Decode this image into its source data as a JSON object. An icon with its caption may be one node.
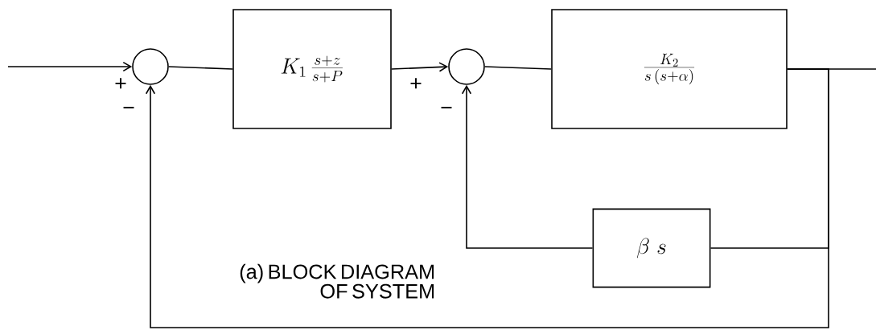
{
  "diagram": {
    "caption": "(a) BLOCK DIAGRAM OF SYSTEM",
    "nodes": [
      {
        "text": [],
        "shape": "circle"
      },
      {
        "text": [
          "K_1\\,\\frac{s+z}{s+P}"
        ]
      },
      {
        "text": [],
        "shape": "circle"
      },
      {
        "text": [
          "\\frac{K_2}{s\\,(s+\\alpha)}"
        ]
      },
      {
        "text": [
          "\\beta\\ s"
        ]
      }
    ],
    "edges": [
      {
        "from": null,
        "to": 0,
        "arrow": "to"
      },
      {
        "from": 0,
        "to": 1,
        "arrow": "none"
      },
      {
        "from": 1,
        "to": 2,
        "arrow": "to"
      },
      {
        "from": 2,
        "to": 3,
        "arrow": "none"
      },
      {
        "from": 3,
        "to": null,
        "arrow": "none"
      },
      {
        "from": 3,
        "to": 4,
        "arrow": "none"
      },
      {
        "from": 4,
        "to": 2,
        "arrow": "to"
      },
      {
        "from": 3,
        "to": 0,
        "arrow": "to"
      }
    ],
    "labels": [
      "+",
      "−",
      "+",
      "−"
    ]
  }
}
